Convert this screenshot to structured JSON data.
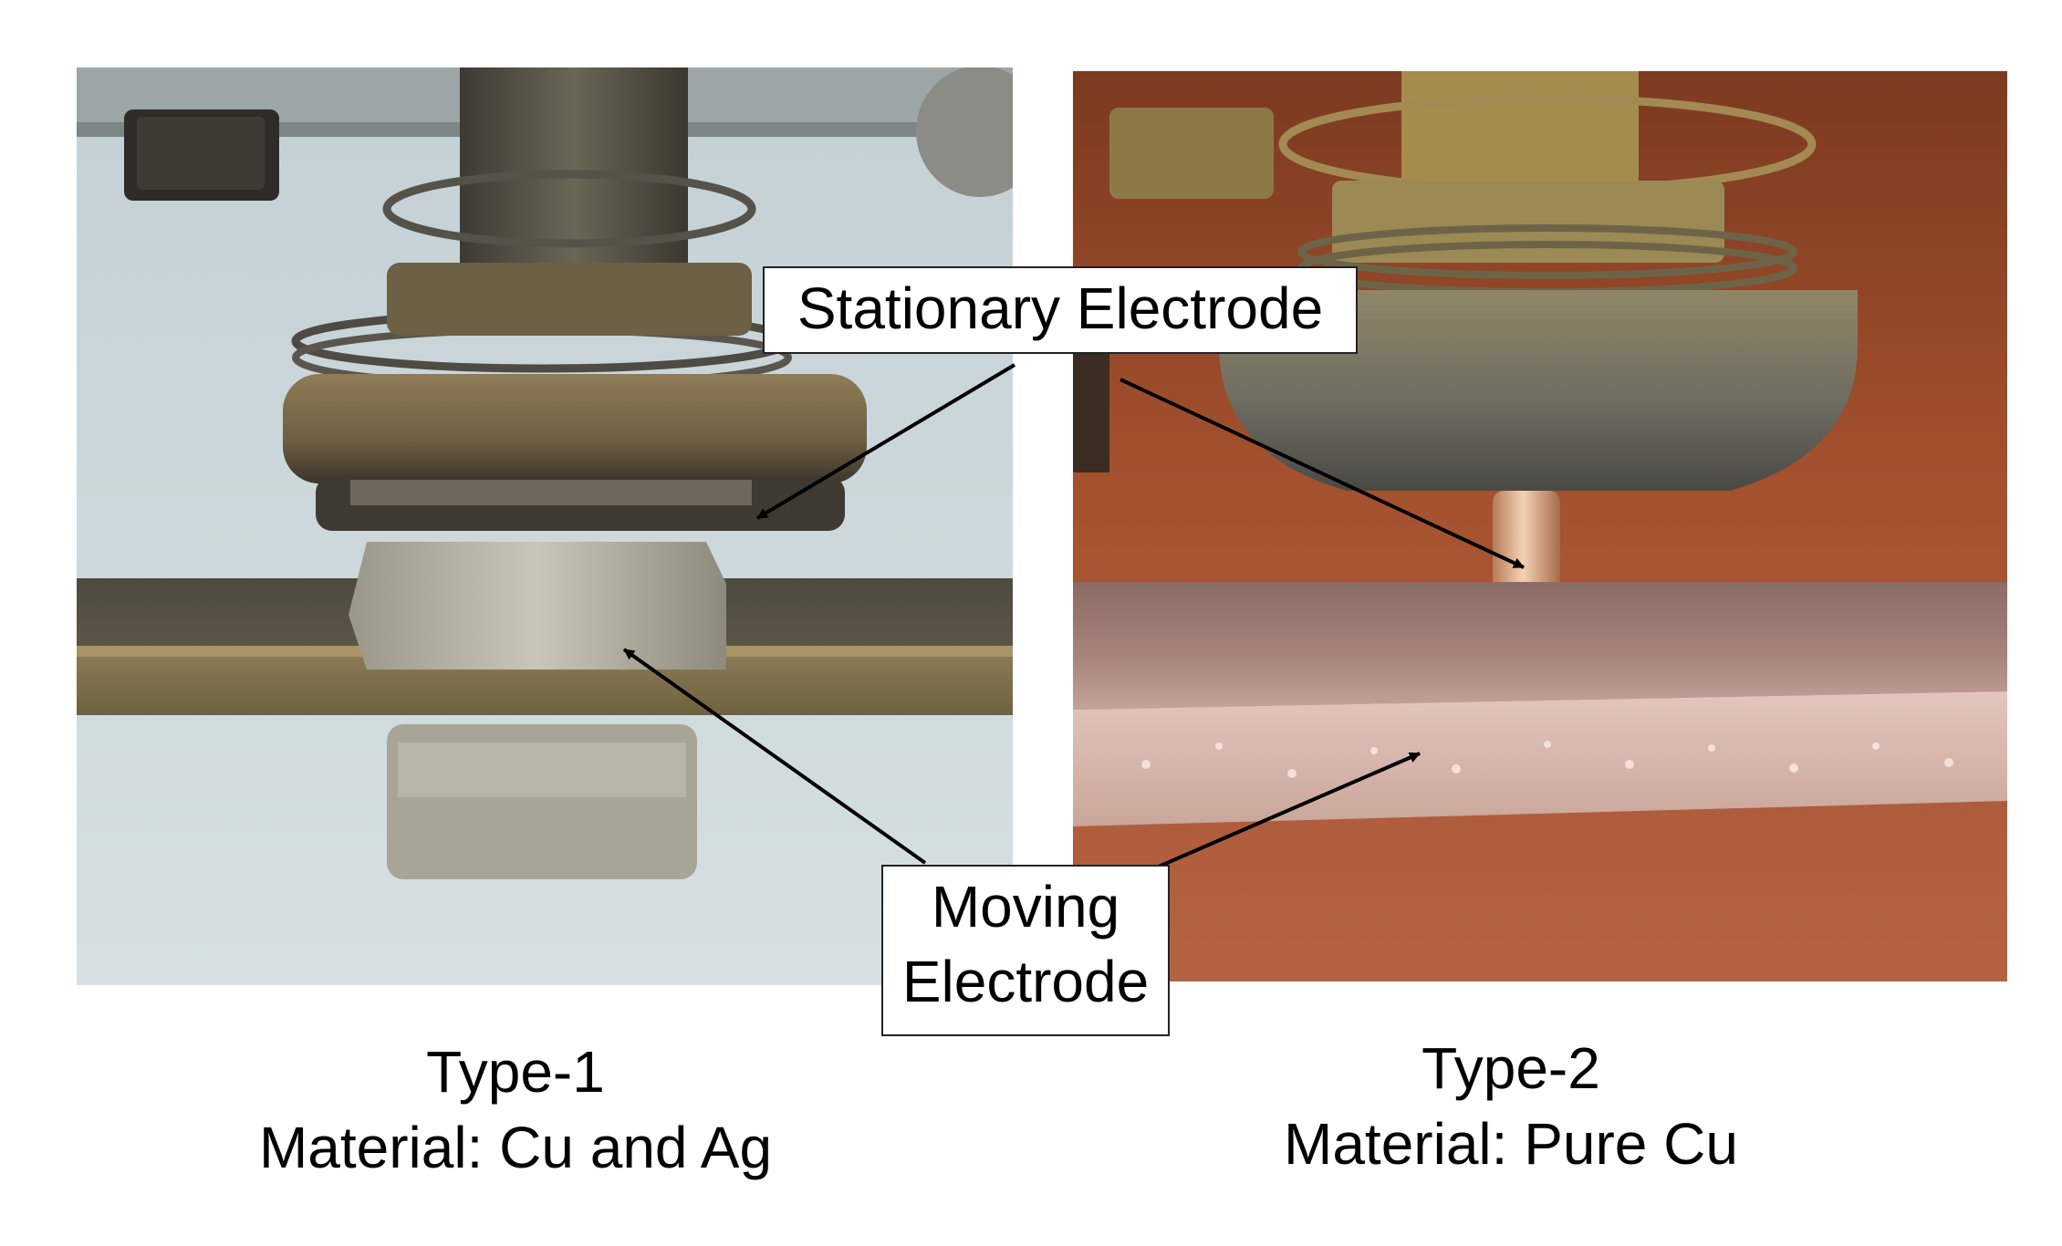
{
  "labels": {
    "stationary": "Stationary Electrode",
    "moving_line1": "Moving",
    "moving_line2": "Electrode"
  },
  "captions": {
    "left": {
      "type": "Type-1",
      "material": "Material: Cu and Ag"
    },
    "right": {
      "type": "Type-2",
      "material": "Material: Pure Cu"
    }
  },
  "colors": {
    "left_background": "#c9d6da",
    "right_background": "#8a4328",
    "brass": "#8d7a55",
    "copper": "#d8a27c",
    "arrow": "#000000"
  }
}
